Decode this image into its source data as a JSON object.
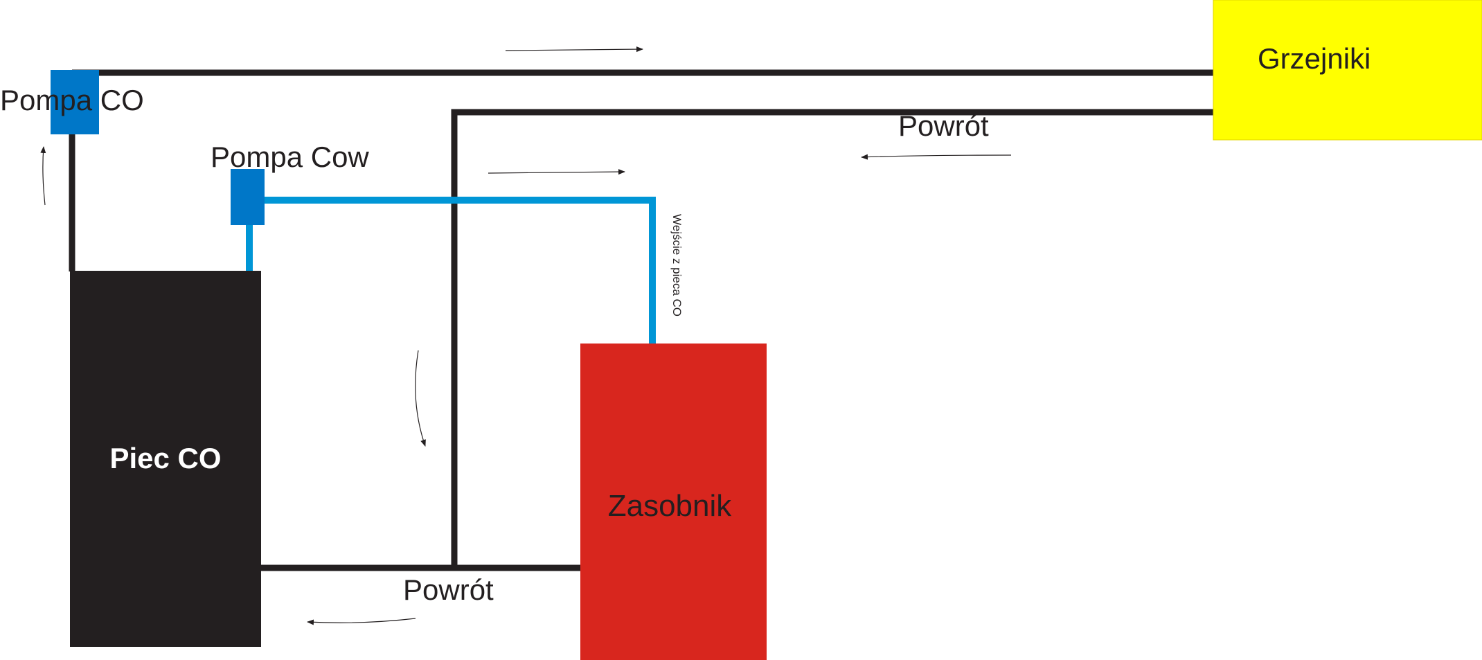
{
  "diagram": {
    "components": {
      "boiler": {
        "label": "Piec CO",
        "color": "#231f20"
      },
      "heat_pump": {
        "label": "Pompa CO",
        "color": "#0077c8"
      },
      "dhw_pump": {
        "label": "Pompa Cow",
        "color": "#0077c8"
      },
      "radiators": {
        "label": "Grzejniki",
        "color": "#ffff00"
      },
      "tank": {
        "label": "Zasobnik",
        "color": "#d8261e"
      }
    },
    "labels": {
      "return_top": "Powrót",
      "return_bottom": "Powrót",
      "tank_inlet": "Wejście z pieca CO"
    },
    "colors": {
      "pipe_heating": "#231f20",
      "pipe_dhw": "#0096d6"
    }
  }
}
